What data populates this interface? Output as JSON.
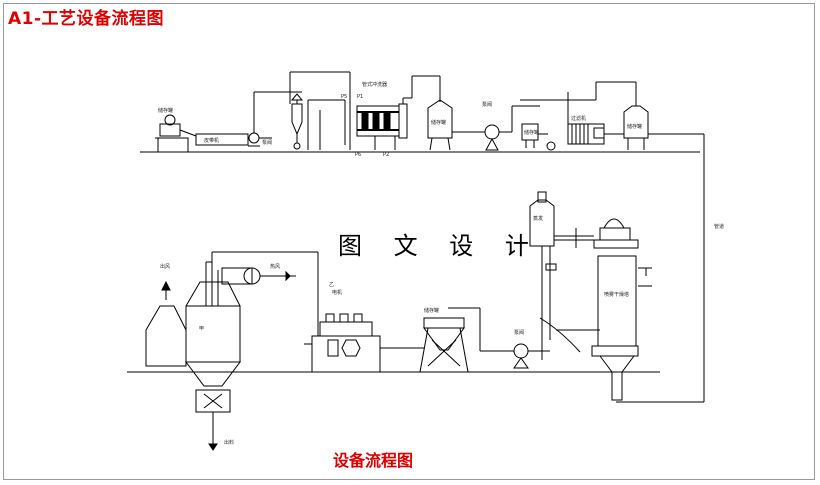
{
  "title": "A1-工艺设备流程图",
  "caption": "设备流程图",
  "watermark": "图 文 设 计",
  "labels": {
    "tank_top_left": "储存罐",
    "belt": "皮带机",
    "pump1": "泵阀",
    "valve_p1": "P1",
    "valve_p5": "P5",
    "valve_p2": "P2",
    "valve_p6": "P6",
    "washer": "管式冲洗器",
    "tank_mid": "储存罐",
    "pump2": "泵阀",
    "small_tank": "储存罐",
    "filter": "过滤机",
    "tank_right": "储存罐",
    "pipe_right": "管道",
    "evaporator": "蒸发",
    "spray_dryer": "喷雾干燥塔",
    "hot_air": "热风",
    "exhaust": "出风",
    "product": "出料",
    "mixer": "电机",
    "store_tank2": "储存罐",
    "pump3": "泵阀",
    "unit1": "甲",
    "unit2": "乙"
  }
}
